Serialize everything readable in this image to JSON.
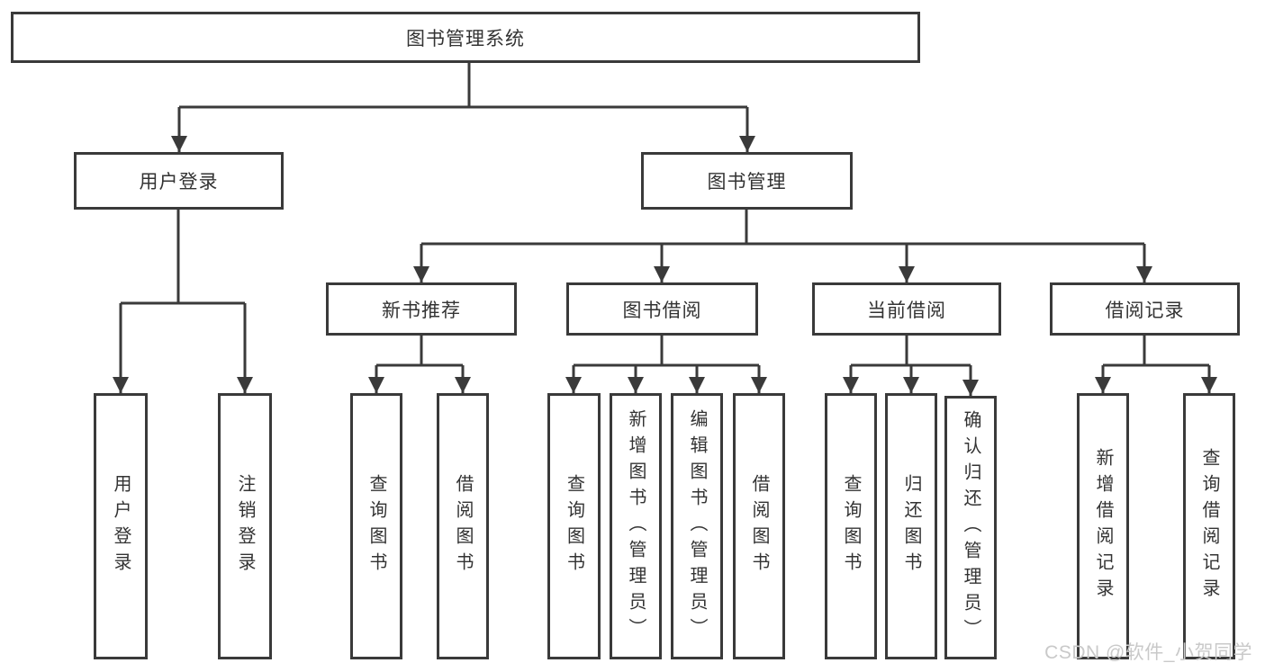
{
  "diagram": {
    "type": "tree",
    "root": {
      "label": "图书管理系统"
    },
    "branches": [
      {
        "label": "用户登录",
        "children": [
          {
            "label": "用户登录"
          },
          {
            "label": "注销登录"
          }
        ]
      },
      {
        "label": "图书管理",
        "children": [
          {
            "label": "新书推荐",
            "children": [
              {
                "label": "查询图书"
              },
              {
                "label": "借阅图书"
              }
            ]
          },
          {
            "label": "图书借阅",
            "children": [
              {
                "label": "查询图书"
              },
              {
                "label": "新增图书（管理员）"
              },
              {
                "label": "编辑图书（管理员）"
              },
              {
                "label": "借阅图书"
              }
            ]
          },
          {
            "label": "当前借阅",
            "children": [
              {
                "label": "查询图书"
              },
              {
                "label": "归还图书"
              },
              {
                "label": "确认归还（管理员）"
              }
            ]
          },
          {
            "label": "借阅记录",
            "children": [
              {
                "label": "新增借阅记录"
              },
              {
                "label": "查询借阅记录"
              }
            ]
          }
        ]
      }
    ]
  },
  "colors": {
    "line": "#3a3a3a",
    "text": "#333333",
    "background": "#ffffff",
    "watermark": "#c9c9c9"
  },
  "watermark": {
    "text": "CSDN @软件_小贺同学"
  }
}
